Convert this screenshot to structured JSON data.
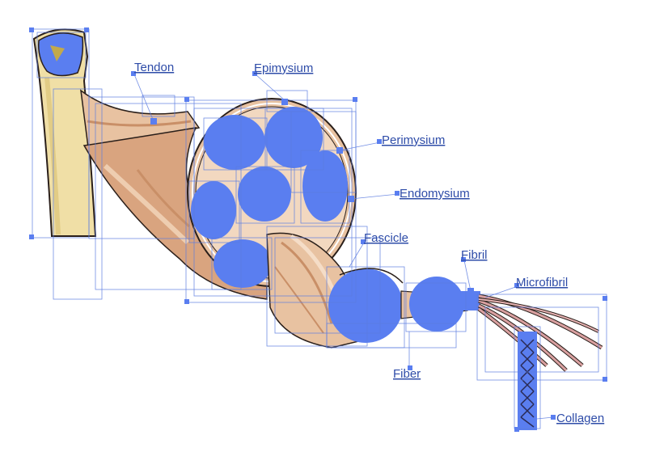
{
  "labels": {
    "tendon": "Tendon",
    "epimysium": "Epimysium",
    "perimysium": "Perimysium",
    "endomysium": "Endomysium",
    "fascicle": "Fascicle",
    "fibril": "Fibril",
    "microfibril": "Microfibril",
    "fiber": "Fiber",
    "collagen": "Collagen"
  },
  "colors": {
    "bone": "#f0dfa6",
    "muscle": "#e8c2a1",
    "muscle_dark": "#c98f67",
    "highlight_blue": "#5a7ef0",
    "overlay_line": "#5b7be0",
    "label_text": "#2e4ca8",
    "outline": "#2a1f1a"
  }
}
